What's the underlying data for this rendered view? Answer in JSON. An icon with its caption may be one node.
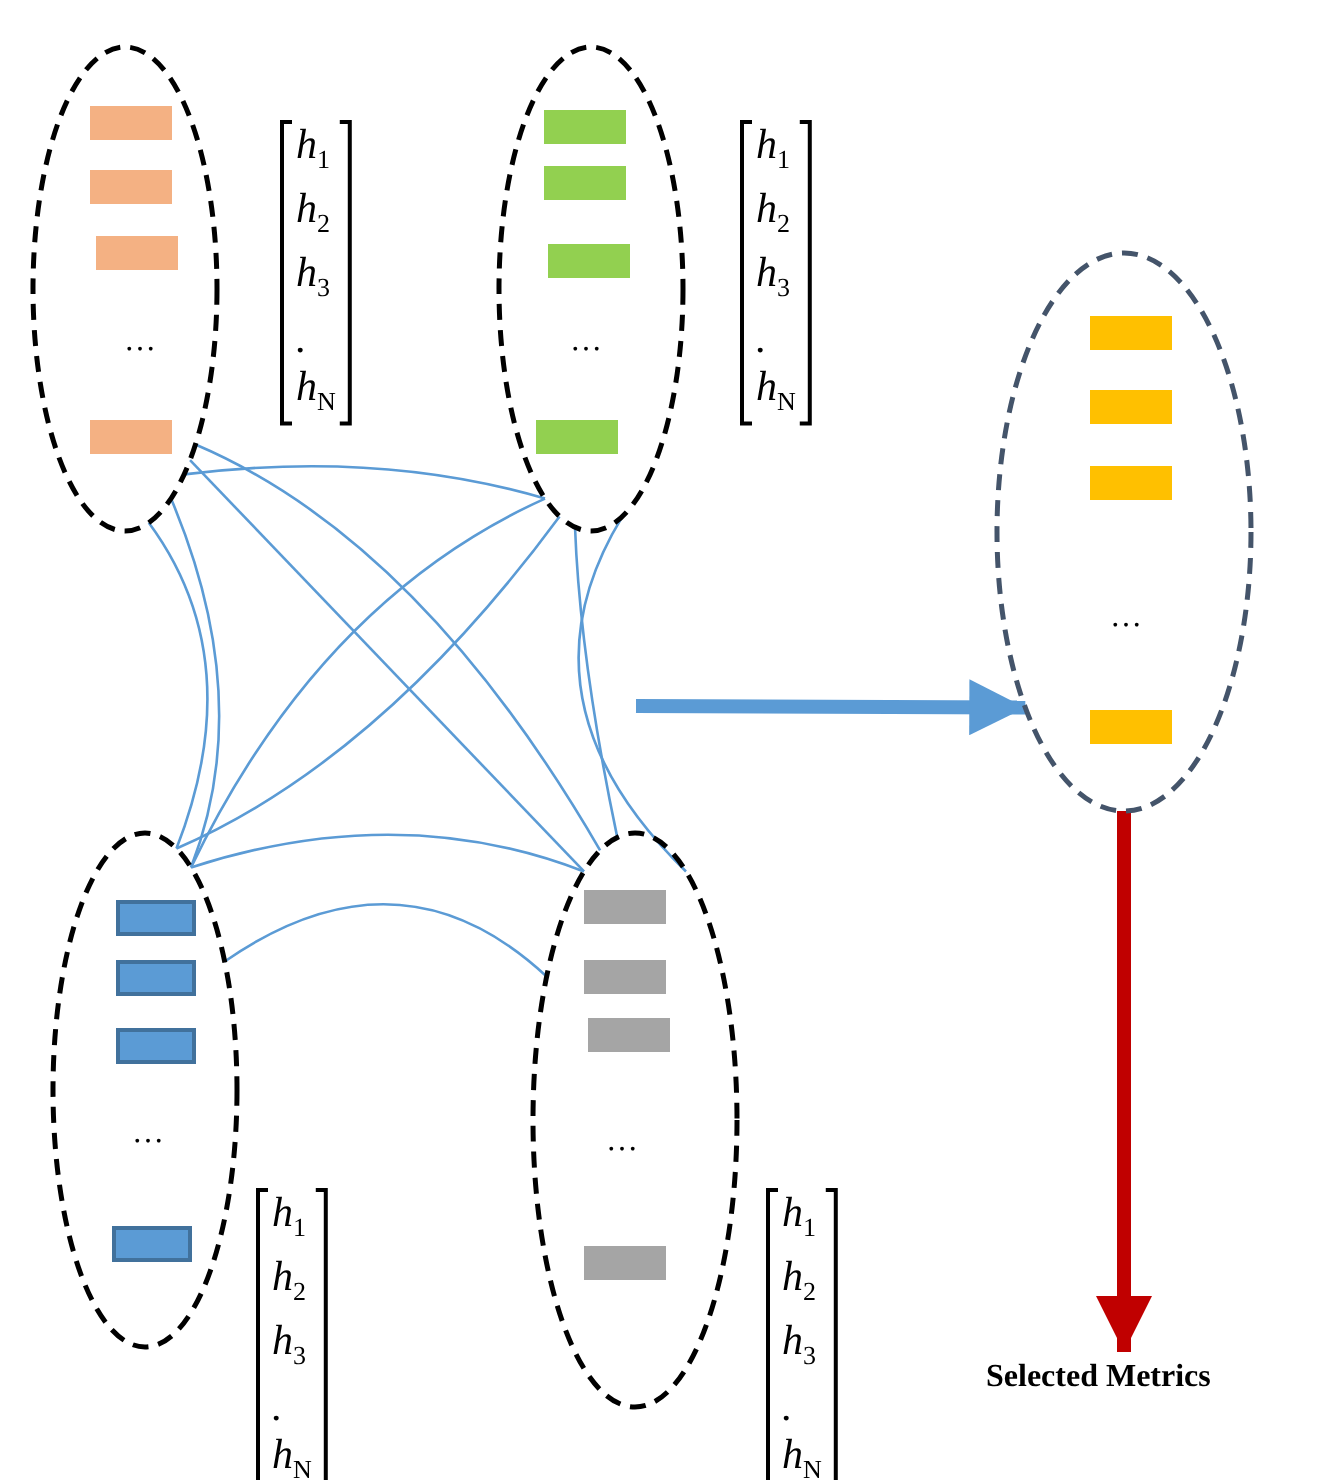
{
  "diagram": {
    "nodes": [
      {
        "text": [
          "…"
        ],
        "beside": [
          "h$_{1}$ h$_{2}$ h$_{3}$ . h$_{N}$"
        ]
      },
      {
        "text": [],
        "shape": "bar",
        "in": 0
      },
      {
        "text": [],
        "shape": "bar",
        "in": 0
      },
      {
        "text": [],
        "shape": "bar",
        "in": 0
      },
      {
        "text": [],
        "shape": "bar",
        "in": 0
      },
      {
        "text": [
          "…"
        ],
        "beside": [
          "h$_{1}$ h$_{2}$ h$_{3}$ . h$_{N}$"
        ]
      },
      {
        "text": [],
        "shape": "bar",
        "in": 5
      },
      {
        "text": [],
        "shape": "bar",
        "in": 5
      },
      {
        "text": [],
        "shape": "bar",
        "in": 5
      },
      {
        "text": [],
        "shape": "bar",
        "in": 5
      },
      {
        "text": [
          "…"
        ]
      },
      {
        "text": [],
        "shape": "bar",
        "in": 10
      },
      {
        "text": [],
        "shape": "bar",
        "in": 10
      },
      {
        "text": [],
        "shape": "bar",
        "in": 10
      },
      {
        "text": [],
        "shape": "bar",
        "in": 10
      },
      {
        "text": [
          "…"
        ],
        "beside": [
          "h$_{1}$ h$_{2}$ h$_{3}$ . h$_{N}$"
        ]
      },
      {
        "text": [],
        "shape": "bar",
        "in": 15
      },
      {
        "text": [],
        "shape": "bar",
        "in": 15
      },
      {
        "text": [],
        "shape": "bar",
        "in": 15
      },
      {
        "text": [],
        "shape": "bar",
        "in": 15
      },
      {
        "text": [
          "…"
        ],
        "beside": [
          "h$_{1}$ h$_{2}$ h$_{3}$ . h$_{N}$"
        ]
      },
      {
        "text": [],
        "shape": "bar",
        "in": 20
      },
      {
        "text": [],
        "shape": "bar",
        "in": 20
      },
      {
        "text": [],
        "shape": "bar",
        "in": 20
      },
      {
        "text": [],
        "shape": "bar",
        "in": 20
      },
      {
        "text": [
          "Selected Metrics"
        ]
      }
    ],
    "edges": [
      {
        "from": 0,
        "to": 15,
        "arrow": "none"
      },
      {
        "from": 0,
        "to": 15,
        "arrow": "none"
      },
      {
        "from": 0,
        "to": 5,
        "arrow": "none"
      },
      {
        "from": 0,
        "to": 20,
        "arrow": "none"
      },
      {
        "from": 0,
        "to": 20,
        "arrow": "none"
      },
      {
        "from": 5,
        "to": 15,
        "arrow": "none"
      },
      {
        "from": 5,
        "to": 15,
        "arrow": "none"
      },
      {
        "from": 5,
        "to": 20,
        "arrow": "none"
      },
      {
        "from": 5,
        "to": 20,
        "arrow": "none"
      },
      {
        "from": 15,
        "to": 20,
        "arrow": "none"
      },
      {
        "from": 15,
        "to": 20,
        "arrow": "none"
      },
      {
        "from": null,
        "to": 10,
        "arrow": "to",
        "style": "thick"
      },
      {
        "from": 10,
        "to": 25,
        "arrow": "to",
        "style": "thick",
        "color": "#c00000"
      }
    ]
  }
}
